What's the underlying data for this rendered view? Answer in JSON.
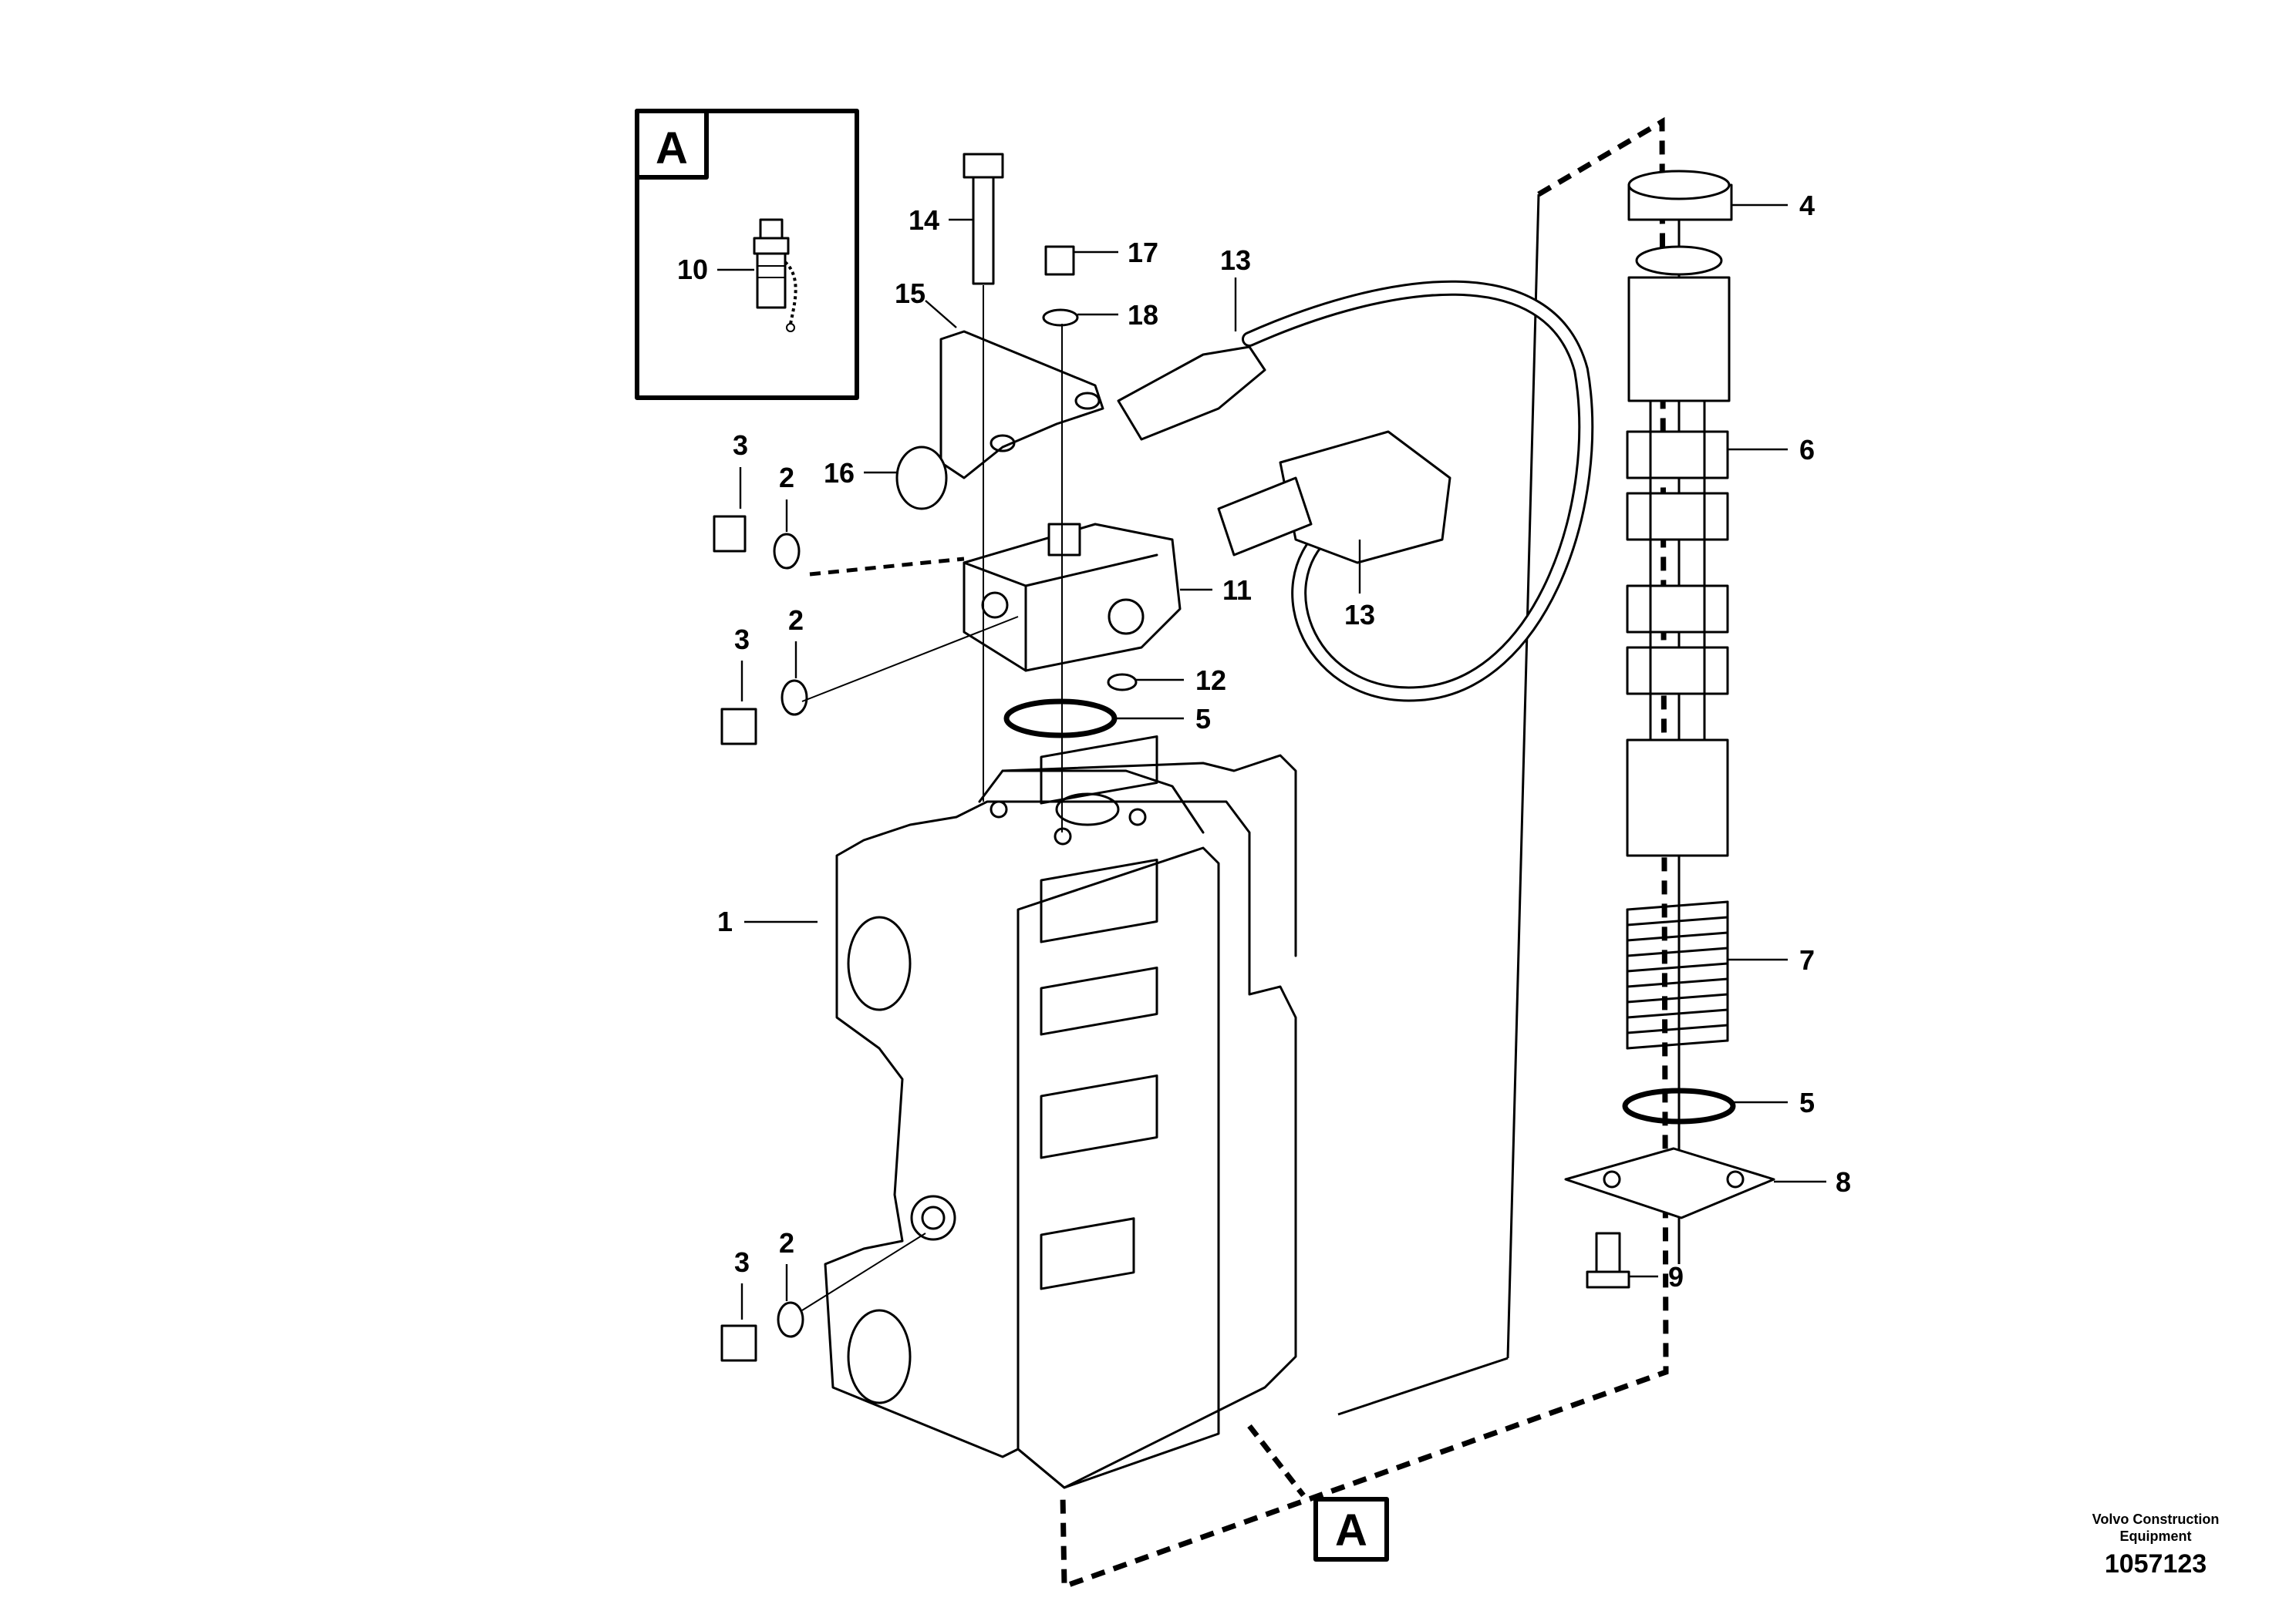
{
  "detail_box": {
    "letter": "A",
    "part_label": "10"
  },
  "reference_box": {
    "letter": "A"
  },
  "callouts": [
    {
      "id": "c1",
      "text": "1"
    },
    {
      "id": "c2a",
      "text": "2"
    },
    {
      "id": "c2b",
      "text": "2"
    },
    {
      "id": "c2c",
      "text": "2"
    },
    {
      "id": "c3a",
      "text": "3"
    },
    {
      "id": "c3b",
      "text": "3"
    },
    {
      "id": "c3c",
      "text": "3"
    },
    {
      "id": "c4",
      "text": "4"
    },
    {
      "id": "c5a",
      "text": "5"
    },
    {
      "id": "c5b",
      "text": "5"
    },
    {
      "id": "c6",
      "text": "6"
    },
    {
      "id": "c7",
      "text": "7"
    },
    {
      "id": "c8",
      "text": "8"
    },
    {
      "id": "c9",
      "text": "9"
    },
    {
      "id": "c11",
      "text": "11"
    },
    {
      "id": "c12",
      "text": "12"
    },
    {
      "id": "c13a",
      "text": "13"
    },
    {
      "id": "c13b",
      "text": "13"
    },
    {
      "id": "c14",
      "text": "14"
    },
    {
      "id": "c15",
      "text": "15"
    },
    {
      "id": "c16",
      "text": "16"
    },
    {
      "id": "c17",
      "text": "17"
    },
    {
      "id": "c18",
      "text": "18"
    }
  ],
  "credit": {
    "company": "Volvo Construction\nEquipment",
    "drawing_number": "1057123"
  }
}
